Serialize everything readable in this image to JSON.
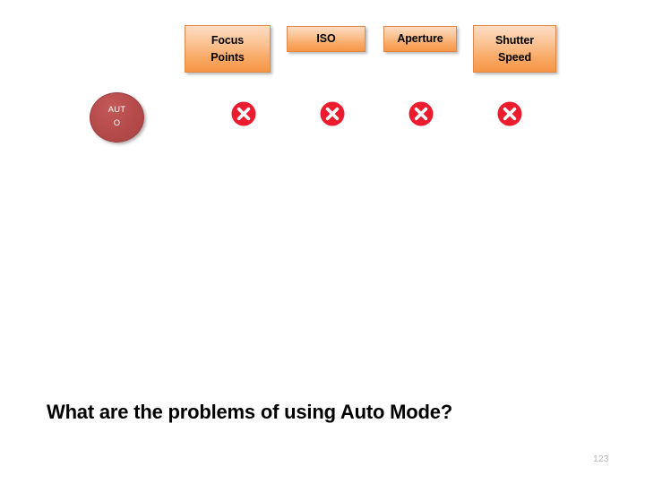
{
  "slide": {
    "background_color": "#ffffff",
    "number": "123",
    "question": "What are the problems of using Auto Mode?"
  },
  "mode_badge": {
    "label": "AUT\nO",
    "full_label": "AUTO",
    "fill_color": "#b34a4a",
    "text_color": "#ffffff"
  },
  "settings": [
    {
      "label": "Focus\nPoints",
      "full_label": "Focus Points",
      "marker": "cross-mark"
    },
    {
      "label": "ISO",
      "full_label": "ISO",
      "marker": "cross-mark"
    },
    {
      "label": "Aperture",
      "full_label": "Aperture",
      "marker": "cross-mark"
    },
    {
      "label": "Shutter\nSpeed",
      "full_label": "Shutter Speed",
      "marker": "cross-mark"
    }
  ],
  "colors": {
    "box_gradient_top": "#fdddc4",
    "box_gradient_bottom": "#f79646",
    "box_border": "#e0884a",
    "box_text": "#000000",
    "marker_red": "#ec1c2e",
    "marker_glyph": "#ffffff",
    "badge_red": "#b34a4a",
    "question_text": "#000000",
    "slide_number": "#b6b6b6"
  }
}
